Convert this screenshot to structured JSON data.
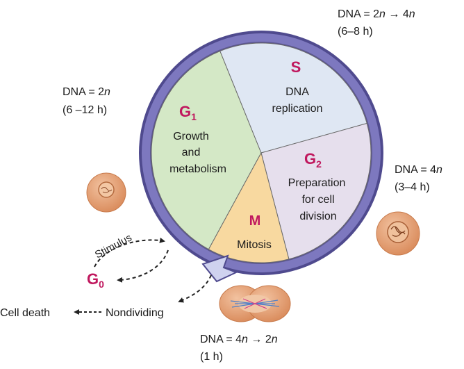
{
  "colors": {
    "ring": "#7570b8",
    "ring_dark": "#4f4a8e",
    "g1": "#d3e9c8",
    "s": "#dfe8f5",
    "g2": "#e7e0ee",
    "m": "#f9dca2",
    "phase_label": "#c0185e",
    "cell": "#e6a074",
    "arrow_dash": "#222222"
  },
  "phases": {
    "g1": {
      "letter": "G",
      "sub": "1",
      "line1": "Growth",
      "line2": "and",
      "line3": "metabolism"
    },
    "s": {
      "letter": "S",
      "line1": "DNA",
      "line2": "replication"
    },
    "g2": {
      "letter": "G",
      "sub": "2",
      "line1": "Preparation",
      "line2": "for cell",
      "line3": "division"
    },
    "m": {
      "letter": "M",
      "line1": "Mitosis"
    }
  },
  "dna_labels": {
    "s": {
      "pre": "DNA = 2",
      "n1": "n",
      "arrow": " → 4",
      "n2": "n",
      "time": "(6–8 h)"
    },
    "g1": {
      "pre": "DNA = 2",
      "n1": "n",
      "time": "(6 –12 h)"
    },
    "g2": {
      "pre": "DNA = 4",
      "n1": "n",
      "time": "(3–4 h)"
    },
    "m": {
      "pre": "DNA = 4",
      "n1": "n",
      "arrow": " → 2",
      "n2": "n",
      "time": "(1 h)"
    }
  },
  "g0": {
    "letter": "G",
    "sub": "0",
    "stimulus": "Stimulus",
    "nondividing": "Nondividing",
    "cell_death": "Cell death"
  }
}
